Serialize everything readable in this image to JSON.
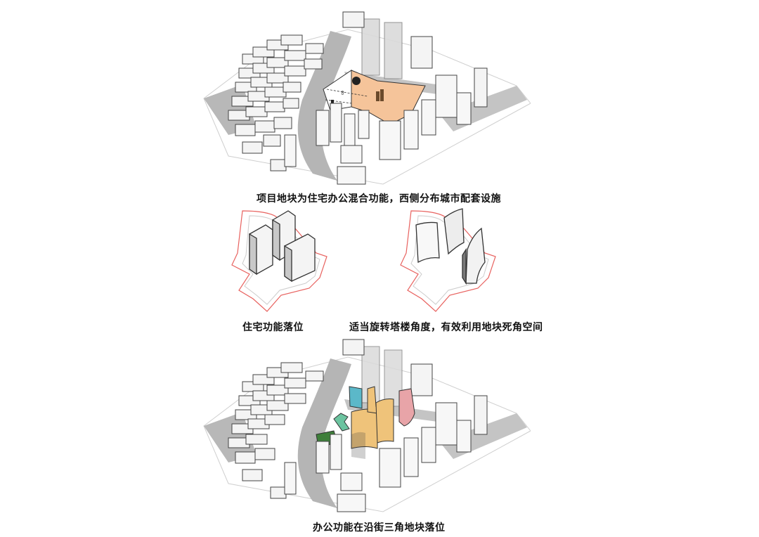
{
  "figure": {
    "panels": [
      {
        "id": "site-context",
        "caption": "项目地块为住宅办公混合功能，西侧分布城市配套设施",
        "highlight_color": "#F5C49A",
        "legend_icons": [
          "transit-icon",
          "people-icon",
          "park-icon",
          "building-icon"
        ]
      },
      {
        "id": "residential-placement",
        "caption": "住宅功能落位",
        "boundary_color": "#E8625F"
      },
      {
        "id": "tower-rotation",
        "caption": "适当旋转塔楼角度，有效利用地块死角空间",
        "boundary_color": "#E8625F"
      },
      {
        "id": "office-placement",
        "caption": "办公功能在沿街三角地块落位",
        "function_colors": {
          "office": "#EFC37A",
          "commercial_blue": "#5BB8C9",
          "hotel_pink": "#E8A4A8",
          "retail_teal": "#6CC4A0",
          "green_space": "#3E7F3A"
        }
      }
    ],
    "palette": {
      "road": "#B5B5B5",
      "building": "#FFFFFF",
      "building_shade": "#D8D8D8",
      "outline": "#333333"
    }
  }
}
